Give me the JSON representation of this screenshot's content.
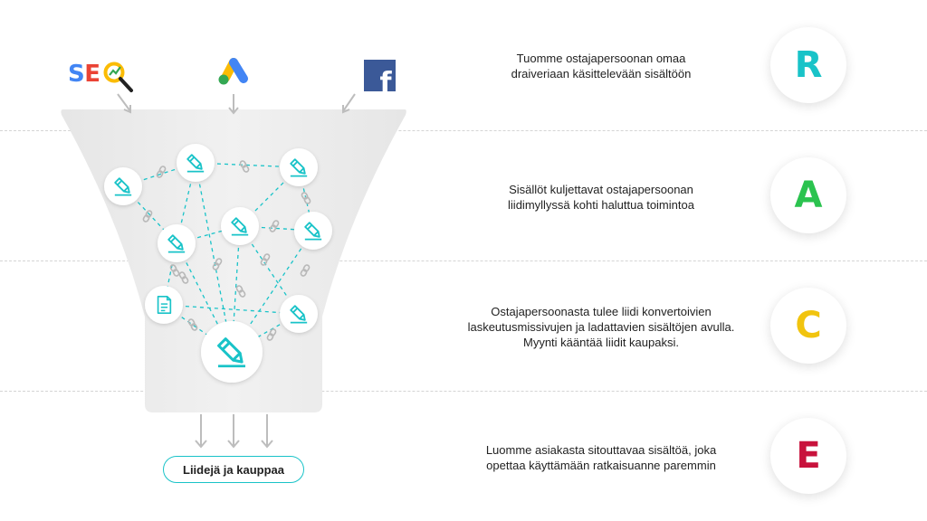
{
  "sources": [
    {
      "name": "seo",
      "label": "SEO",
      "icon": "seo-magnifier-icon"
    },
    {
      "name": "google-ads",
      "icon": "google-ads-icon"
    },
    {
      "name": "facebook",
      "label": "f",
      "icon": "facebook-icon"
    }
  ],
  "funnel": {
    "output_label": "Liidejä ja kauppaa",
    "content_icon": "pencil-icon",
    "document_icon": "document-icon",
    "link_icon": "chain-link-icon"
  },
  "stages": [
    {
      "letter": "R",
      "color": "#19c3c8",
      "text": "Tuomme ostajapersoonan omaa\ndraiveriaan käsittelevään sisältöön"
    },
    {
      "letter": "A",
      "color": "#2bc34f",
      "text": "Sisällöt kuljettavat ostajapersoonan\nliidimyllyssä kohti haluttua toimintoa"
    },
    {
      "letter": "C",
      "color": "#f1c40f",
      "text": "Ostajapersoonasta tulee liidi konvertoivien\nlaskeutusmissivujen ja ladattavien sisältöjen avulla.\nMyynti kääntää liidit kaupaksi."
    },
    {
      "letter": "E",
      "color": "#c8123c",
      "text": "Luomme asiakasta sitouttavaa sisältöä, joka\nopettaa käyttämään ratkaisuanne paremmin"
    }
  ],
  "colors": {
    "accent": "#19c3c8",
    "funnel": "#ececec",
    "arrow": "#bdbdbd"
  }
}
